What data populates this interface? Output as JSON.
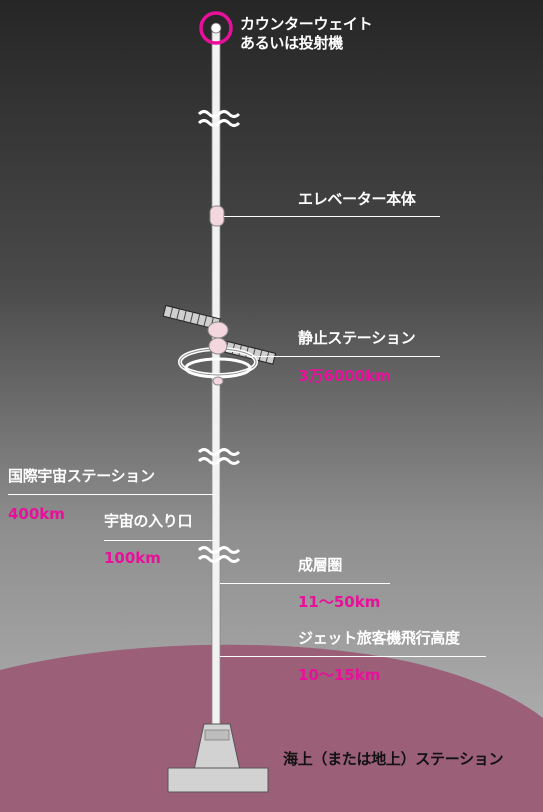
{
  "labels": {
    "counterweight_line1": "カウンターウェイト",
    "counterweight_line2": "あるいは投射機",
    "elevator": "エレベーター本体",
    "geo_station": "静止ステーション",
    "iss": "国際宇宙ステーション",
    "space_entry": "宇宙の入り口",
    "stratosphere": "成層圏",
    "jet_altitude": "ジェット旅客機飛行高度",
    "sea_station": "海上（または地上）ステーション"
  },
  "altitudes": {
    "geo_station": "3万6000km",
    "iss": "400km",
    "space_entry": "100km",
    "stratosphere": "11～50km",
    "jet_altitude": "10～15km"
  },
  "colors": {
    "accent": "#e8109a",
    "earth": "#9b5f78",
    "text": "#ffffff",
    "sky_top": "#262626",
    "sky_bottom": "#b9b9b9"
  }
}
